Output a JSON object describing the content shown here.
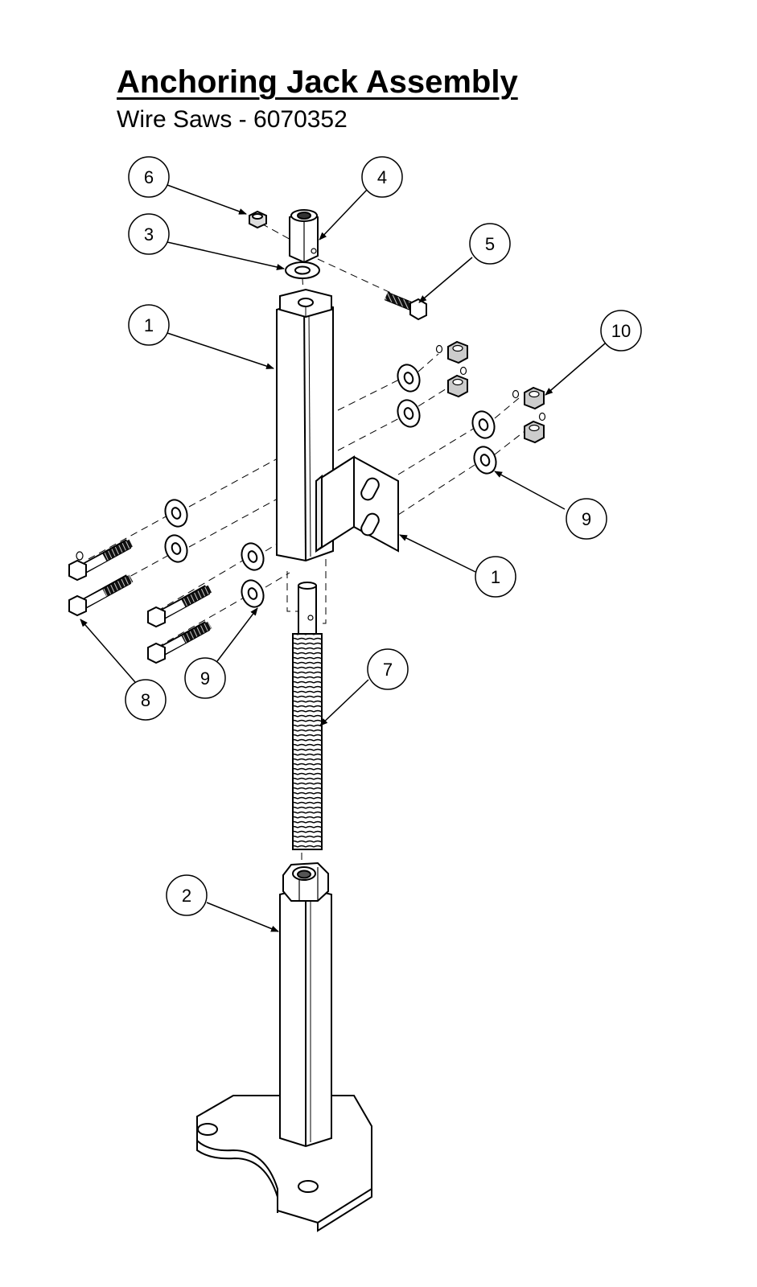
{
  "title": "Anchoring Jack Assembly",
  "subtitle": "Wire Saws - 6070352",
  "callouts": [
    {
      "id": "c6",
      "label": "6"
    },
    {
      "id": "c4",
      "label": "4"
    },
    {
      "id": "c3",
      "label": "3"
    },
    {
      "id": "c5",
      "label": "5"
    },
    {
      "id": "c1a",
      "label": "1"
    },
    {
      "id": "c10",
      "label": "10"
    },
    {
      "id": "c9a",
      "label": "9"
    },
    {
      "id": "c1b",
      "label": "1"
    },
    {
      "id": "c9b",
      "label": "9"
    },
    {
      "id": "c8",
      "label": "8"
    },
    {
      "id": "c7",
      "label": "7"
    },
    {
      "id": "c2",
      "label": "2"
    }
  ]
}
